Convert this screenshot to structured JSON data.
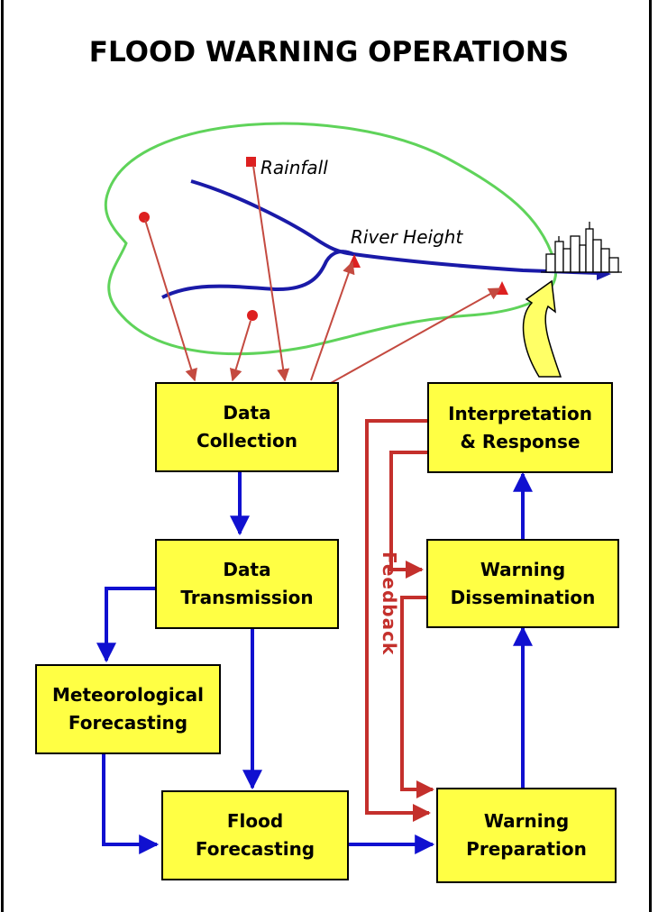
{
  "title": "FLOOD WARNING OPERATIONS",
  "labels": {
    "rainfall": "Rainfall",
    "river_height": "River Height",
    "feedback": "Feedback"
  },
  "boxes": {
    "data_collection": "Data\nCollection",
    "data_transmission": "Data\nTransmission",
    "meteorological_forecasting": "Meteorological\nForecasting",
    "flood_forecasting": "Flood\nForecasting",
    "warning_preparation": "Warning\nPreparation",
    "warning_dissemination": "Warning\nDissemination",
    "interpretation_response": "Interpretation\n& Response"
  },
  "colors": {
    "box_fill": "#ffff44",
    "flow_arrow": "#1010d0",
    "feedback_arrow": "#c4302c",
    "catchment_outline": "#5fd35a",
    "river": "#1a1aa8",
    "gauge": "#dd2020",
    "town_arrow": "#ffff66"
  }
}
